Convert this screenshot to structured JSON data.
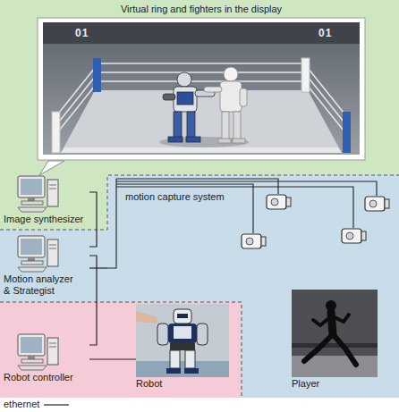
{
  "diagram": {
    "nodes": [
      {
        "text": [
          "Virtual ring and fighters in the display"
        ]
      },
      {
        "text": [
          "Image synthesizer"
        ]
      },
      {
        "text": [
          "Motion analyzer & Strategist"
        ]
      },
      {
        "text": [
          "motion capture system"
        ]
      },
      {
        "text": [
          "Robot controller"
        ]
      },
      {
        "text": [
          "Robot"
        ]
      },
      {
        "text": [
          "Player"
        ]
      }
    ],
    "edges": [
      {
        "from": 1,
        "to": 0,
        "arrow": "none"
      },
      {
        "from": 1,
        "to": 2,
        "arrow": "none"
      },
      {
        "from": 2,
        "to": 4,
        "arrow": "none"
      },
      {
        "from": 3,
        "to": 2,
        "arrow": "none"
      },
      {
        "from": 4,
        "to": 5,
        "arrow": "none"
      }
    ],
    "labels": [
      "01",
      "01"
    ],
    "legend": [
      {
        "text": "ethernet"
      }
    ]
  }
}
